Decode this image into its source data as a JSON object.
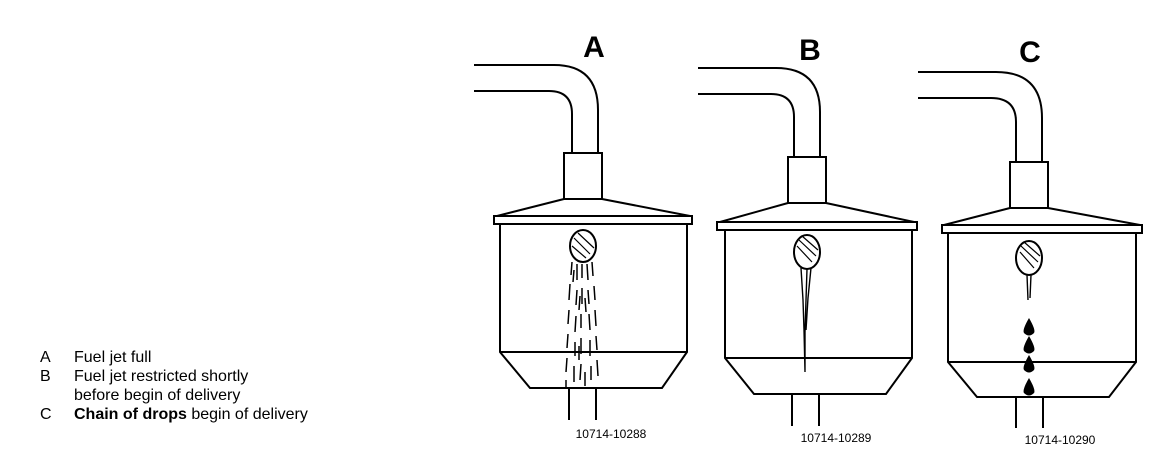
{
  "panels": [
    {
      "letter": "A",
      "figure_number": "10714-10288"
    },
    {
      "letter": "B",
      "figure_number": "10714-10289"
    },
    {
      "letter": "C",
      "figure_number": "10714-10290"
    }
  ],
  "legend": [
    {
      "key": "A",
      "bold": "",
      "text": "Fuel jet full",
      "continuation": ""
    },
    {
      "key": "B",
      "bold": "",
      "text": "Fuel jet restricted shortly",
      "continuation": "before begin of delivery"
    },
    {
      "key": "C",
      "bold": "Chain of drops",
      "text": " begin of delivery",
      "continuation": ""
    }
  ]
}
